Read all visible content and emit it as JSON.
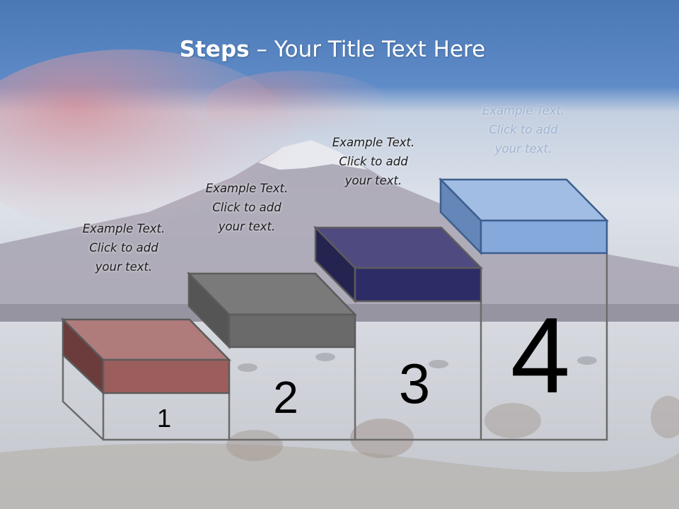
{
  "title": {
    "bold": "Steps",
    "rest": " – Your Title Text Here"
  },
  "steps": [
    {
      "number": "1",
      "text": "Example Text.\nClick  to add\nyour text.",
      "color": "#a15f5e"
    },
    {
      "number": "2",
      "text": "Example Text.\nClick  to add\nyour text.",
      "color": "#6f6f6f"
    },
    {
      "number": "3",
      "text": "Example Text.\nClick  to add\nyour text.",
      "color": "#36336a"
    },
    {
      "number": "4",
      "text": "Example Text.\nClick  to add\nyour text.",
      "color": "#7a9fd4"
    }
  ],
  "colors": {
    "header": "#4f81bd",
    "outline": "#6b6b6b"
  }
}
